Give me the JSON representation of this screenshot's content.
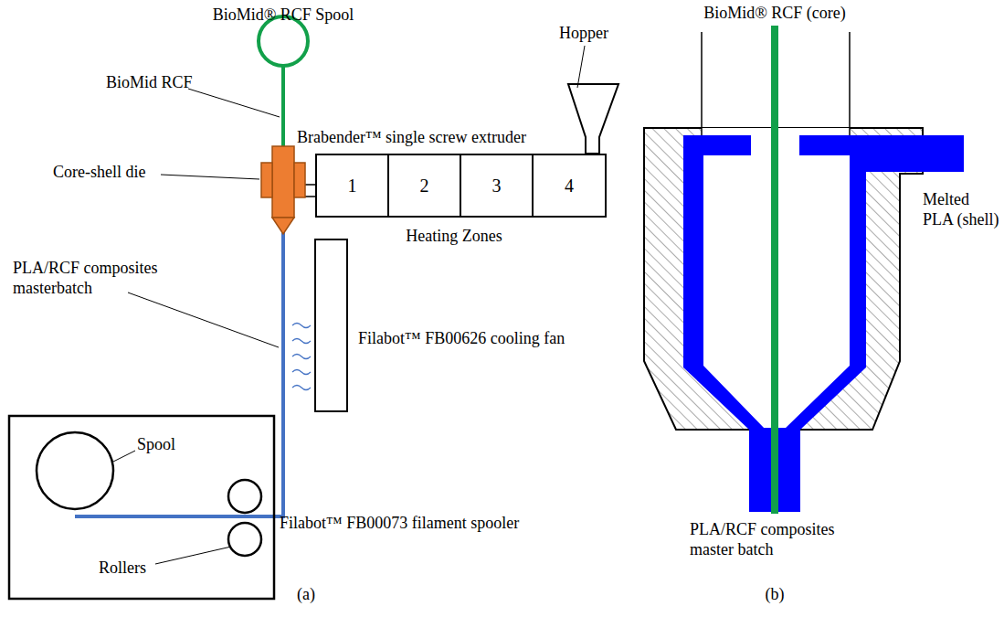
{
  "diagram": {
    "nodes": [
      {
        "text": [
          "1"
        ]
      },
      {
        "text": [
          "2"
        ]
      },
      {
        "text": [
          "3"
        ]
      },
      {
        "text": [
          "4"
        ]
      }
    ],
    "labels": [
      "BioMid® RCF Spool",
      "BioMid RCF",
      "Core-shell die",
      "Brabender™ single screw extruder",
      "Hopper",
      "Heating Zones",
      "PLA/RCF composites masterbatch",
      "Filabot™ FB00626 cooling fan",
      "Spool",
      "Filabot™ FB00073 filament spooler",
      "Rollers",
      "(a)",
      "BioMid® RCF (core)",
      "Melted PLA (shell)",
      "PLA/RCF composites master batch",
      "(b)"
    ]
  }
}
